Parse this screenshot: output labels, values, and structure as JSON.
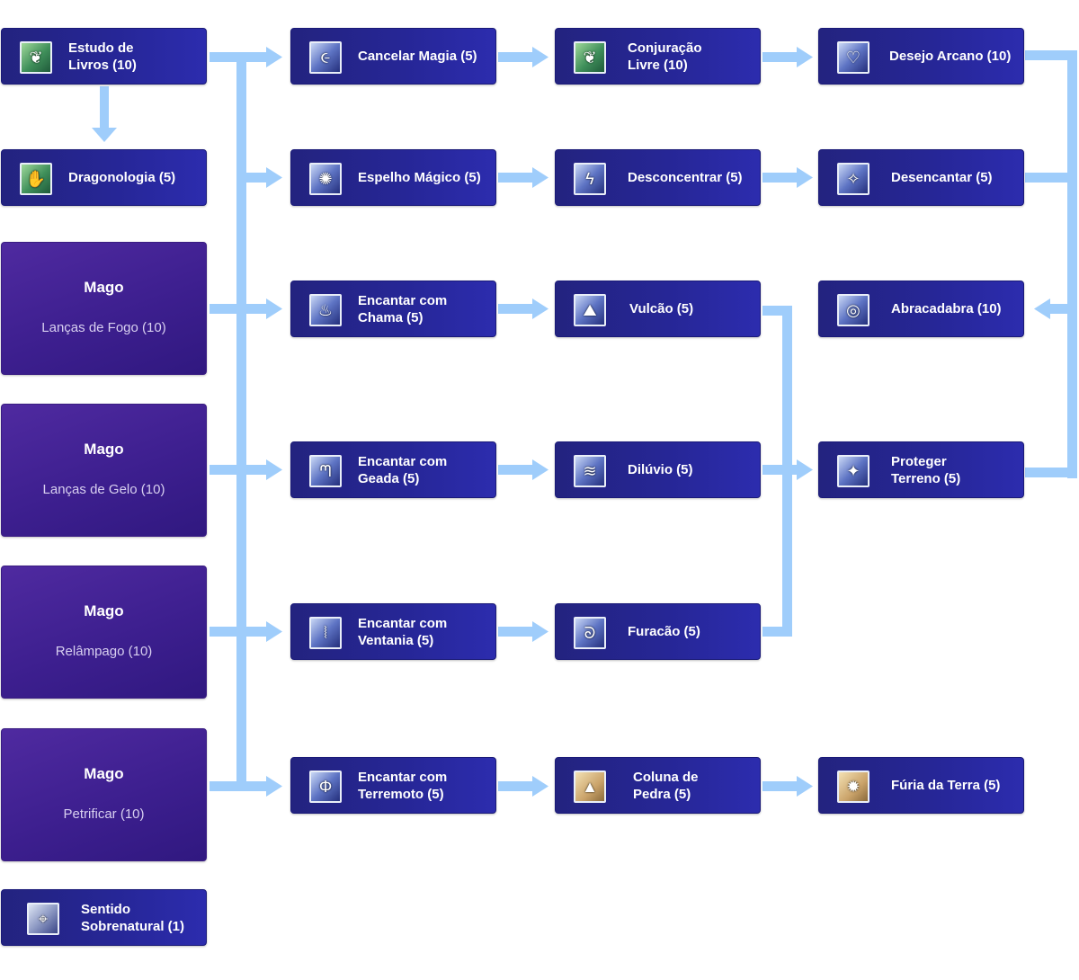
{
  "colors": {
    "connector": "#9fcdfb",
    "node": "#26268f",
    "mago": "#3f208f",
    "border": "#1a1a78"
  },
  "nodes": {
    "estudo_livros": {
      "label": "Estudo de\nLivros (10)",
      "icon": "book-study-icon"
    },
    "dragonologia": {
      "label": "Dragonologia (5)",
      "icon": "dragon-claw-icon"
    },
    "sentido": {
      "label": "Sentido\nSobrenatural (1)",
      "icon": "crosshair-target-icon"
    },
    "cancelar": {
      "label": "Cancelar Magia (5)",
      "icon": "swirl-cancel-icon"
    },
    "espelho": {
      "label": "Espelho Mágico (5)",
      "icon": "magic-mirror-icon"
    },
    "enc_chama": {
      "label": "Encantar com\nChama (5)",
      "icon": "flame-rune-icon"
    },
    "enc_geada": {
      "label": "Encantar com\nGeada (5)",
      "icon": "frost-rune-icon"
    },
    "enc_ventania": {
      "label": "Encantar com\nVentania (5)",
      "icon": "wind-rune-icon"
    },
    "enc_terremoto": {
      "label": "Encantar com\nTerremoto (5)",
      "icon": "earth-rune-icon"
    },
    "conjuracao": {
      "label": "Conjuração\nLivre (10)",
      "icon": "free-cast-icon"
    },
    "desconcentrar": {
      "label": "Desconcentrar (5)",
      "icon": "lightning-break-icon"
    },
    "vulcao": {
      "label": "Vulcão (5)",
      "icon": "volcano-icon"
    },
    "diluvio": {
      "label": "Dilúvio (5)",
      "icon": "deluge-icon"
    },
    "furacao": {
      "label": "Furacão (5)",
      "icon": "hurricane-icon"
    },
    "coluna": {
      "label": "Coluna de\nPedra (5)",
      "icon": "stone-column-icon"
    },
    "desejo": {
      "label": "Desejo Arcano (10)",
      "icon": "arcane-wish-icon"
    },
    "desencantar": {
      "label": "Desencantar (5)",
      "icon": "disenchant-icon"
    },
    "abracadabra": {
      "label": "Abracadabra (10)",
      "icon": "abracadabra-icon"
    },
    "proteger": {
      "label": "Proteger\nTerreno (5)",
      "icon": "protect-ground-icon"
    },
    "furia": {
      "label": "Fúria da Terra (5)",
      "icon": "earth-fury-icon"
    }
  },
  "mago_boxes": [
    {
      "title": "Mago",
      "skill": "Lanças de Fogo (10)"
    },
    {
      "title": "Mago",
      "skill": "Lanças de Gelo (10)"
    },
    {
      "title": "Mago",
      "skill": "Relâmpago (10)"
    },
    {
      "title": "Mago",
      "skill": "Petrificar (10)"
    }
  ]
}
